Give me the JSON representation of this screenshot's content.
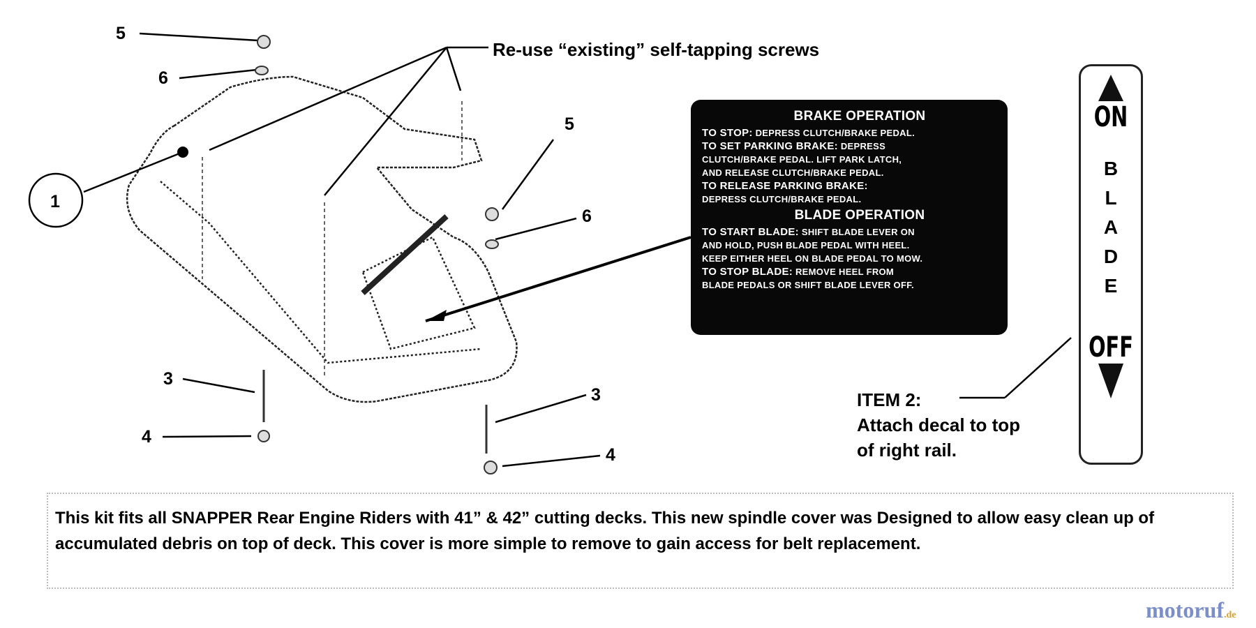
{
  "callouts": {
    "screws_note": "Re-use “existing” self-tapping screws",
    "item_1": "1",
    "item_5a": "5",
    "item_6a": "6",
    "item_5b": "5",
    "item_6b": "6",
    "item_3a": "3",
    "item_4a": "4",
    "item_3b": "3",
    "item_4b": "4"
  },
  "brake_decal": {
    "heading1": "BRAKE OPERATION",
    "lines1": [
      {
        "bold": "TO STOP:",
        "text": " DEPRESS CLUTCH/BRAKE PEDAL."
      },
      {
        "bold": "TO SET PARKING BRAKE:",
        "text": " DEPRESS"
      },
      {
        "bold": "",
        "text": "CLUTCH/BRAKE PEDAL. LIFT PARK LATCH,"
      },
      {
        "bold": "",
        "text": "AND RELEASE CLUTCH/BRAKE PEDAL."
      },
      {
        "bold": "TO RELEASE PARKING BRAKE:",
        "text": ""
      },
      {
        "bold": "",
        "text": "DEPRESS CLUTCH/BRAKE PEDAL."
      }
    ],
    "heading2": "BLADE OPERATION",
    "lines2": [
      {
        "bold": "TO START BLADE:",
        "text": " SHIFT BLADE LEVER ON"
      },
      {
        "bold": "",
        "text": "AND HOLD, PUSH BLADE PEDAL WITH HEEL."
      },
      {
        "bold": "",
        "text": "KEEP EITHER HEEL ON BLADE PEDAL TO MOW."
      },
      {
        "bold": "TO STOP BLADE:",
        "text": " REMOVE HEEL FROM"
      },
      {
        "bold": "",
        "text": "BLADE PEDALS OR SHIFT BLADE LEVER OFF."
      }
    ]
  },
  "blade_decal": {
    "on": "ON",
    "letters": [
      "B",
      "L",
      "A",
      "D",
      "E"
    ],
    "off": "OFF"
  },
  "item2": {
    "label": "ITEM 2:",
    "line1": "Attach decal to top",
    "line2": "of right rail."
  },
  "note": "This kit fits all SNAPPER Rear Engine Riders with 41” & 42” cutting decks. This new spindle cover was Designed to allow easy clean up of accumulated debris on top of deck. This cover is more simple to remove to gain access for belt replacement.",
  "watermark": {
    "name": "motoruf",
    "tld": ".de"
  }
}
